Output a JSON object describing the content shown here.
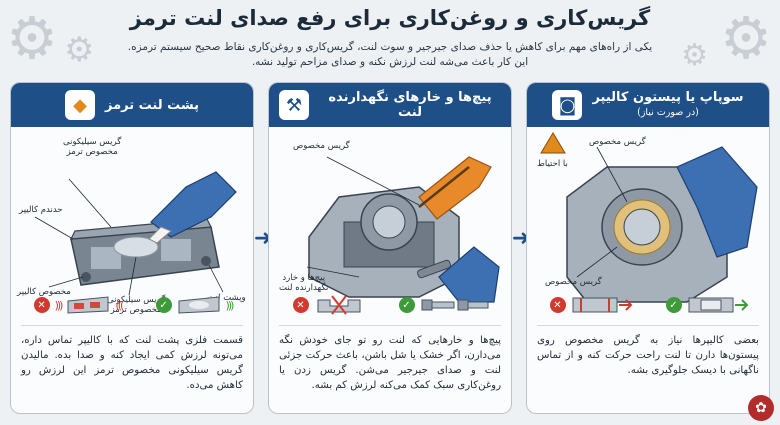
{
  "header": {
    "title": "گریس‌کاری و روغن‌کاری برای رفع صدای لنت ترمز",
    "subtitle_line1": "یکی از راه‌های مهم برای کاهش یا حذف صدای جیرجیر و سوت لنت، گریس‌کاری و روغن‌کاری نقاط صحیح سیستم ترمزه.",
    "subtitle_line2": "این کار باعث می‌شه لنت لرزش نکنه و صدای مزاحم تولید نشه."
  },
  "panels": [
    {
      "title": "پشت لنت ترمز",
      "icon": "grease-tub-icon",
      "labels": {
        "silicone_grease": "گریس سیلیکونی\nمخصوص ترمز",
        "caliper_edge": "حدندم کالیپر",
        "caliper_contact": "مخصوص کالیپر",
        "silicone_grease_2": "گریس سیلیکونی\nمخصوص ترمز",
        "pad_back": "وپشت لنت"
      },
      "description": "قسمت فلزی پشت لنت که با کالیپر تماس داره، می‌تونه لرزش کمی ایجاد کنه و صدا بده. مالیدن گریس سیلیکونی مخصوص ترمز این لرزش رو کاهش می‌ده."
    },
    {
      "title": "پیچ‌ها و خارهای نگهدارنده لنت",
      "icon": "bolt-clip-icon",
      "labels": {
        "special_grease": "گریس مخصوص",
        "bolts_pins": "پیچ‌ها و خارد\nنگهدارنده لنت"
      },
      "description": "پیچ‌ها و خارهایی که لنت رو تو جای خودش نگه می‌دارن، اگر خشک یا شل باشن، باعث حرکت جزئی لنت و صدای جیرجیر می‌شن. گریس زدن یا روغن‌کاری سبک کمک می‌کنه لرزش کم بشه."
    },
    {
      "title": "سوپاپ یا پیستون کالیپر",
      "title_sub": "(در صورت نیاز)",
      "icon": "grease-jar-icon",
      "labels": {
        "special_grease": "گریس مخصوص",
        "caution": "با احتیاط",
        "special_grease_2": "گریس مخصوص"
      },
      "description": "بعضی کالیپرها نیاز به گریس مخصوص روی پیستون‌ها دارن تا لنت راحت حرکت کنه و از تماس ناگهانی با دیسک جلوگیری بشه."
    }
  ],
  "colors": {
    "header_blue": "#1e4f86",
    "bad_red": "#d13b2f",
    "good_green": "#3e9b3a",
    "glove_blue": "#3d6fb3",
    "glove_orange": "#e88a2a"
  }
}
